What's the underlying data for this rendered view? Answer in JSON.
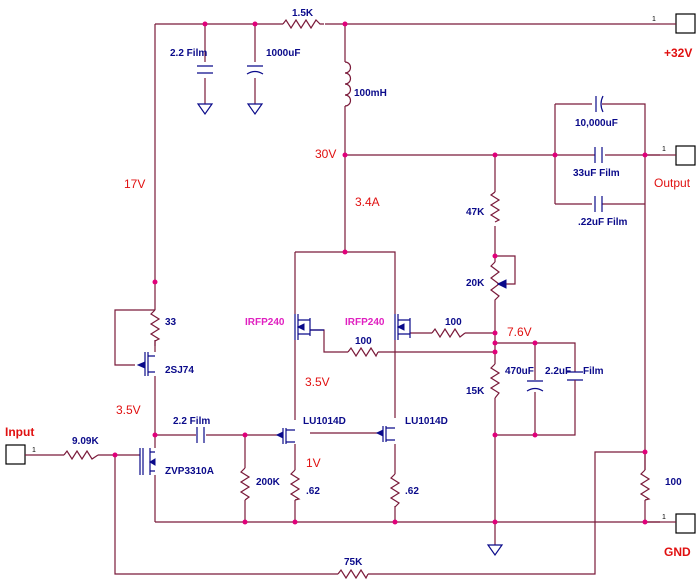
{
  "ports": {
    "plus32": {
      "pin": "1",
      "label": "+32V"
    },
    "output": {
      "pin": "1",
      "label": "Output"
    },
    "gnd": {
      "pin": "1",
      "label": "GND"
    },
    "input": {
      "pin": "1",
      "label": "Input"
    }
  },
  "components": {
    "r_supply": "1.5K",
    "c_film22": "2.2  Film",
    "c_1000": "1000uF",
    "l_choke": "100mH",
    "c_10000": "10,000uF",
    "c_33": "33uF  Film",
    "c_022": ".22uF  Film",
    "r_47k": "47K",
    "pot_20k": "20K",
    "r_100_gate": "100",
    "r_100_fb": "100",
    "r_15k": "15K",
    "c_470": "470uF",
    "c_22film": "2.2uF",
    "c_22film_note": "Film",
    "r_33": "33",
    "q_2sj74": "2SJ74",
    "c_in_film": "2.2  Film",
    "r_909k": "9.09K",
    "q_zvp": "ZVP3310A",
    "r_200k": "200K",
    "q_lu1": "LU1014D",
    "q_lu2": "LU1014D",
    "r_062a": ".62",
    "r_062b": ".62",
    "r_100_out": "100",
    "r_75k": "75K",
    "q_irf1": "IRFP240",
    "q_irf2": "IRFP240"
  },
  "voltages": {
    "v17": "17V",
    "v30": "30V",
    "i34": "3.4A",
    "v76": "7.6V",
    "v35a": "3.5V",
    "v35b": "3.5V",
    "v1": "1V"
  },
  "colors": {
    "wire": "#7a1a3a",
    "component": "#0a0a8a",
    "junction": "#e0007a",
    "annotation": "#e01010",
    "mosfet_label": "#e020c0"
  }
}
